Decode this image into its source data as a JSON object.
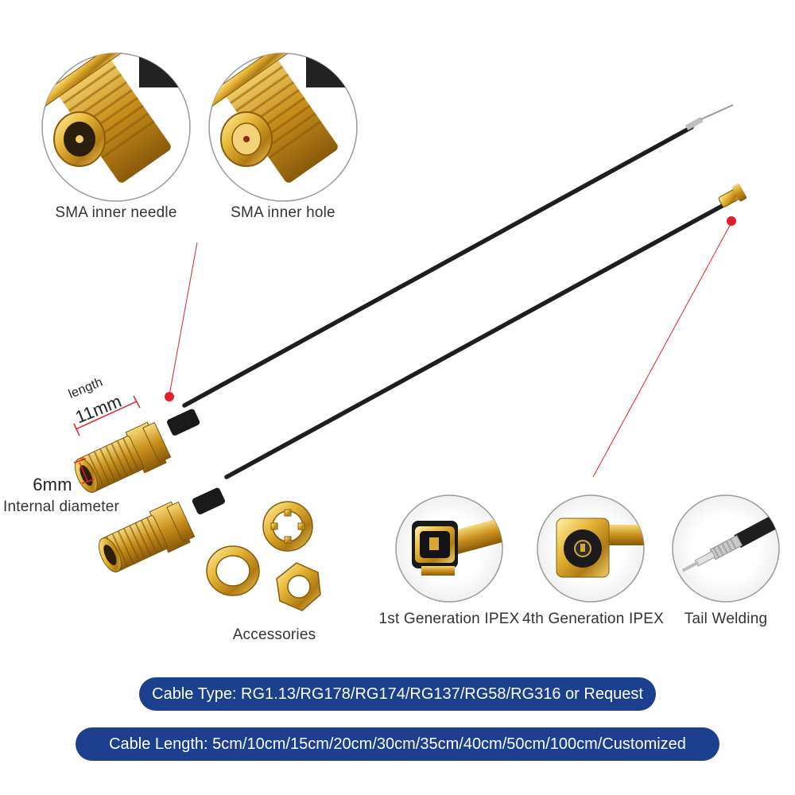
{
  "callouts": {
    "sma_inner_needle": "SMA  inner needle",
    "sma_inner_hole": "SMA  inner hole",
    "gen1_ipex": "1st Generation IPEX",
    "gen4_ipex": "4th Generation IPEX",
    "tail_welding": "Tail Welding",
    "accessories": "Accessories"
  },
  "dimensions": {
    "length_word": "length",
    "length_value": "11mm",
    "diameter_value": "6mm",
    "diameter_label": "Internal diameter"
  },
  "specs": {
    "cable_type": "Cable Type: RG1.13/RG178/RG174/RG137/RG58/RG316 or Request",
    "cable_length": "Cable Length: 5cm/10cm/15cm/20cm/30cm/35cm/40cm/50cm/100cm/Customized"
  },
  "colors": {
    "pill_background": "#1c3f8e",
    "gold": "#d4a02a",
    "cable": "#1e1e1e",
    "accent_red": "#e0202a"
  }
}
